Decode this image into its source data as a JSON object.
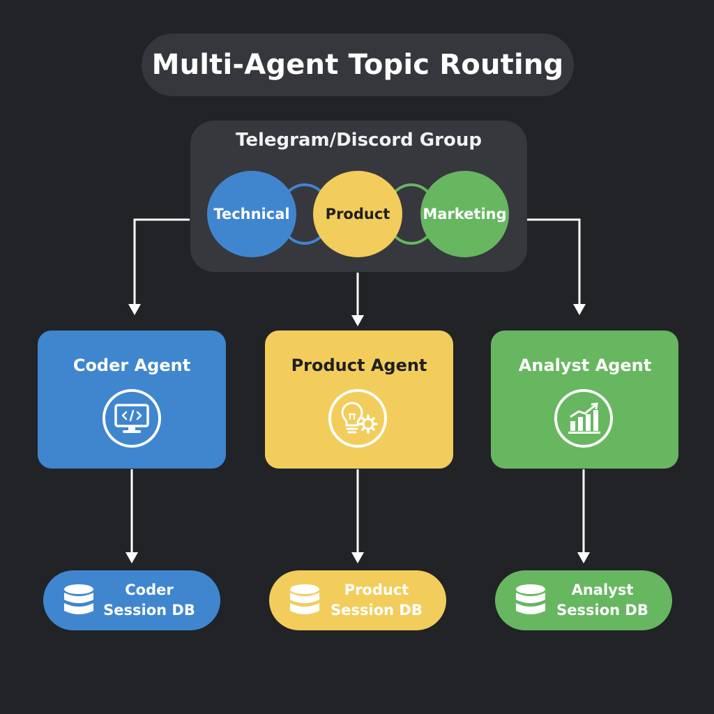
{
  "title": "Multi-Agent Topic Routing",
  "group": {
    "label": "Telegram/Discord Group",
    "topics": [
      {
        "label": "Technical",
        "color": "#3f86cf",
        "text_color": "#ffffff"
      },
      {
        "label": "Product",
        "color": "#f2cd5c",
        "text_color": "#1f1f1f"
      },
      {
        "label": "Marketing",
        "color": "#67b760",
        "text_color": "#ffffff"
      }
    ]
  },
  "agents": [
    {
      "label": "Coder Agent",
      "icon": "monitor-code-icon",
      "color": "#3f86cf",
      "text_color": "#ffffff"
    },
    {
      "label": "Product Agent",
      "icon": "lightbulb-gear-icon",
      "color": "#f2cd5c",
      "text_color": "#1f1f1f"
    },
    {
      "label": "Analyst Agent",
      "icon": "bar-chart-icon",
      "color": "#67b760",
      "text_color": "#ffffff"
    }
  ],
  "databases": [
    {
      "line1": "Coder",
      "line2": "Session DB",
      "icon": "database-icon",
      "color": "#3f86cf"
    },
    {
      "line1": "Product",
      "line2": "Session DB",
      "icon": "database-icon",
      "color": "#f2cd5c"
    },
    {
      "line1": "Analyst",
      "line2": "Session DB",
      "icon": "database-icon",
      "color": "#67b760"
    }
  ],
  "colors": {
    "background": "#222327",
    "panel": "#36383d",
    "connector": "#ffffff"
  }
}
